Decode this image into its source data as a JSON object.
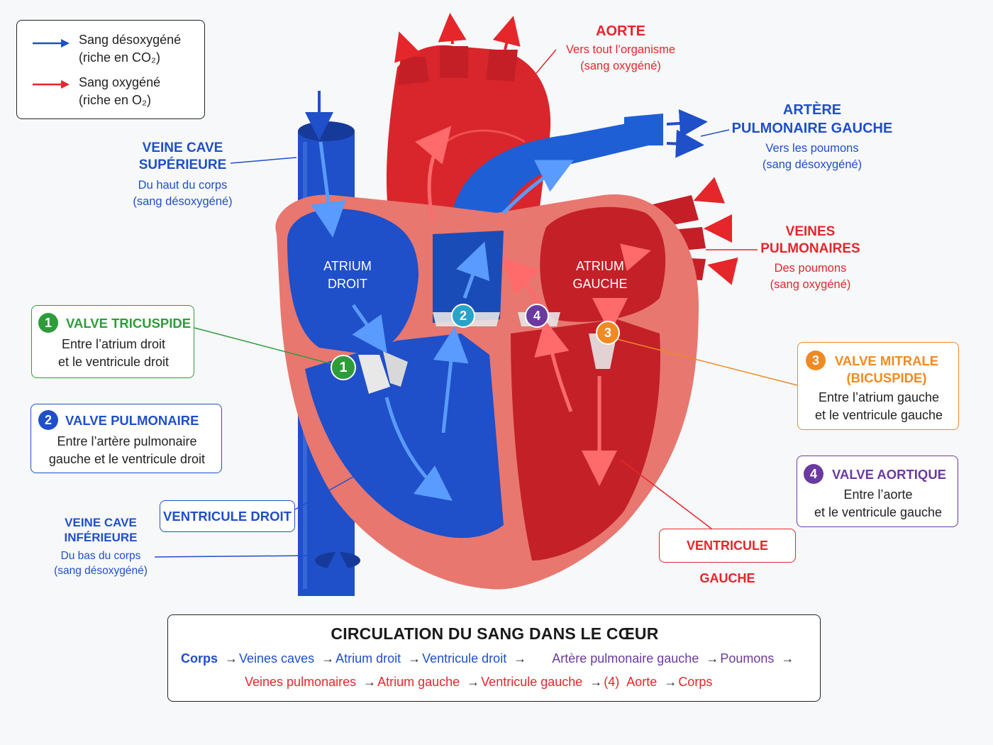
{
  "legend": {
    "deoxy_line1": "Sang désoxygéné",
    "deoxy_line2": "(riche en CO₂)",
    "oxy_line1": "Sang oxygéné",
    "oxy_line2": "(riche en O₂)"
  },
  "labels": {
    "aorte_title": "AORTE",
    "aorte_sub1": "Vers tout l’organisme",
    "aorte_sub2": "(sang oxygéné)",
    "apg_title1": "ARTÈRE",
    "apg_title2": "PULMONAIRE GAUCHE",
    "apg_sub1": "Vers les poumons",
    "apg_sub2": "(sang désoxygéné)",
    "vcs_title1": "VEINE CAVE",
    "vcs_title2": "SUPÉRIEURE",
    "vcs_sub1": "Du haut du corps",
    "vcs_sub2": "(sang désoxygéné)",
    "vp_title1": "VEINES",
    "vp_title2": "PULMONAIRES",
    "vp_sub1": "Des poumons",
    "vp_sub2": "(sang oxygéné)",
    "vci_title1": "VEINE CAVE",
    "vci_title2": "INFÉRIEURE",
    "vci_sub1": "Du bas du corps",
    "vci_sub2": "(sang désoxygéné)",
    "atrium_droit1": "ATRIUM",
    "atrium_droit2": "DROIT",
    "atrium_gauche1": "ATRIUM",
    "atrium_gauche2": "GAUCHE",
    "ventricule_droit": "VENTRICULE DROIT",
    "ventricule_gauche": "VENTRICULE GAUCHE"
  },
  "valves": [
    {
      "num": "1",
      "title": "VALVE TRICUSPIDE",
      "line1": "Entre l’atrium droit",
      "line2": "et le ventricule droit",
      "color": "#2e9c3a"
    },
    {
      "num": "2",
      "title": "VALVE PULMONAIRE",
      "line1": "Entre l’artère pulmonaire",
      "line2": "gauche et le ventricule droit",
      "color": "#1f4fc9"
    },
    {
      "num": "3",
      "title1": "VALVE MITRALE",
      "title2": "(BICUSPIDE)",
      "line1": "Entre l’atrium gauche",
      "line2": "et le ventricule gauche",
      "color": "#f08a24"
    },
    {
      "num": "4",
      "title": "VALVE AORTIQUE",
      "line1": "Entre l’aorte",
      "line2": "et le ventricule gauche",
      "color": "#6b3aa0"
    }
  ],
  "markers": {
    "m1": "1",
    "m2": "2",
    "m3": "3",
    "m4": "4",
    "m2color": "#2aa3c9"
  },
  "circulation": {
    "title": "CIRCULATION DU SANG DANS LE CŒUR",
    "row1": [
      "Corps",
      "Veines caves",
      "Atrium droit",
      "Ventricule droit",
      "Artère pulmonaire gauche",
      "Poumons"
    ],
    "row2": [
      "Veines pulmonaires",
      "Atrium gauche",
      "Ventricule gauche",
      "(4)",
      "Aorte",
      "Corps"
    ],
    "arrow": "→"
  },
  "colors": {
    "deoxy": "#1f4fc9",
    "oxy": "#e5262b",
    "muscle": "#e8776f"
  }
}
